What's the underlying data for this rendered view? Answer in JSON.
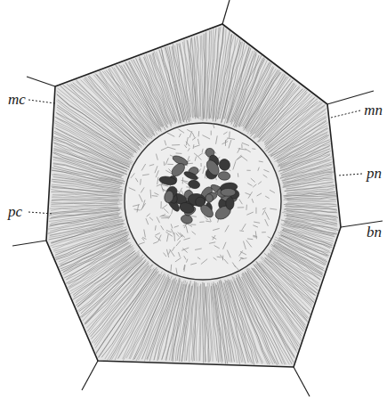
{
  "diagram": {
    "labels": [
      "mc",
      "mn",
      "pn",
      "pc",
      "bn"
    ]
  }
}
